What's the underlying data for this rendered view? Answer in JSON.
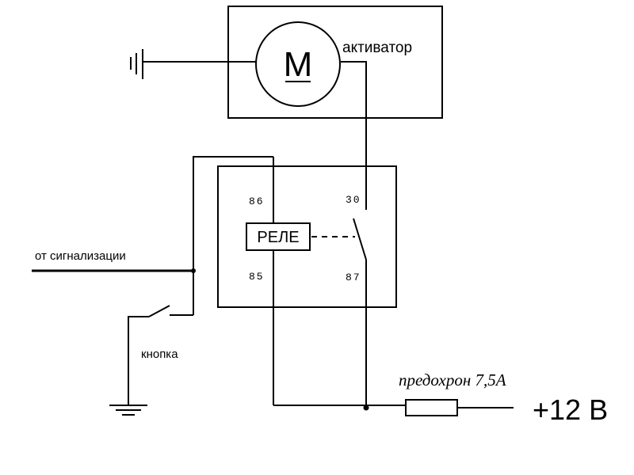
{
  "labels": {
    "motor_letter": "M",
    "actuator": "активатор",
    "relay": "РЕЛЕ",
    "pin_86": "86",
    "pin_85": "85",
    "pin_30": "30",
    "pin_87": "87",
    "from_alarm": "от сигнализации",
    "button": "кнопка",
    "fuse": "предохрон 7,5А",
    "supply": "+12 В"
  }
}
